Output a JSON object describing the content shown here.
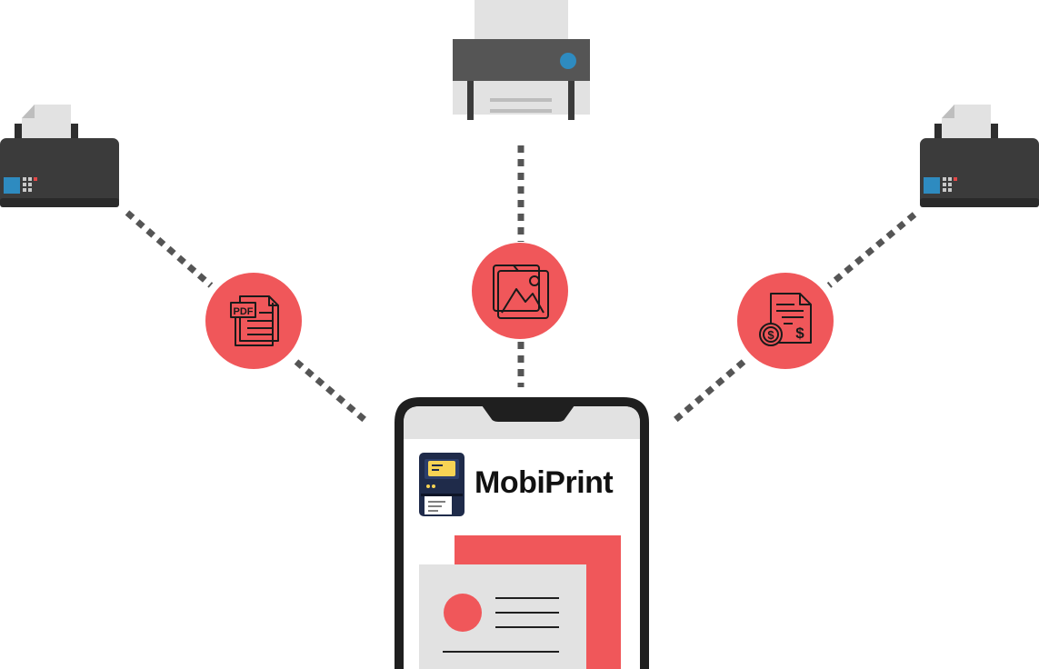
{
  "app": {
    "name": "MobiPrint"
  },
  "icons": {
    "pdf_badge": "PDF",
    "dollar_sign": "$",
    "coin_sign": "$"
  },
  "colors": {
    "accent": "#F0575A",
    "printer_dark": "#3B3B3B",
    "printer_mid": "#555555",
    "paper": "#E2E2E2",
    "connector": "#555555",
    "status_led": "#2E8BC0",
    "panel_blue": "#2E8BC0"
  },
  "nodes": [
    {
      "id": "printer-left",
      "kind": "printer",
      "connects_to": "pdf-document-icon"
    },
    {
      "id": "printer-top",
      "kind": "printer",
      "connects_to": "image-gallery-icon"
    },
    {
      "id": "printer-right",
      "kind": "printer",
      "connects_to": "invoice-icon"
    },
    {
      "id": "phone",
      "kind": "smartphone"
    }
  ]
}
